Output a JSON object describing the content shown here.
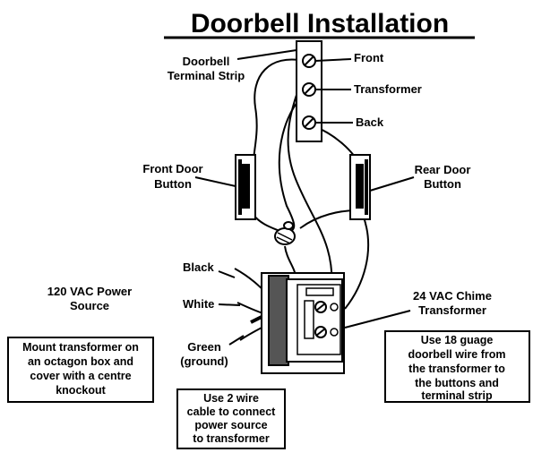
{
  "title": "Doorbell Installation",
  "labels": {
    "terminal_strip": [
      "Doorbell",
      "Terminal Strip"
    ],
    "front": "Front",
    "transformer": "Transformer",
    "back": "Back",
    "front_button": [
      "Front Door",
      "Button"
    ],
    "rear_button": [
      "Rear Door",
      "Button"
    ],
    "black": "Black",
    "white": "White",
    "green": [
      "Green",
      "(ground)"
    ],
    "power_source": [
      "120 VAC Power",
      "Source"
    ],
    "chime_transformer": [
      "24 VAC Chime",
      "Transformer"
    ]
  },
  "notes": {
    "mount": [
      "Mount transformer on",
      "an octagon box and",
      "cover with a centre",
      "knockout"
    ],
    "two_wire": [
      "Use 2 wire",
      "cable to connect",
      "power source",
      "to transformer"
    ],
    "gauge": [
      "Use 18 guage",
      "doorbell wire from",
      "the transformer to",
      "the buttons and",
      "terminal strip"
    ]
  }
}
